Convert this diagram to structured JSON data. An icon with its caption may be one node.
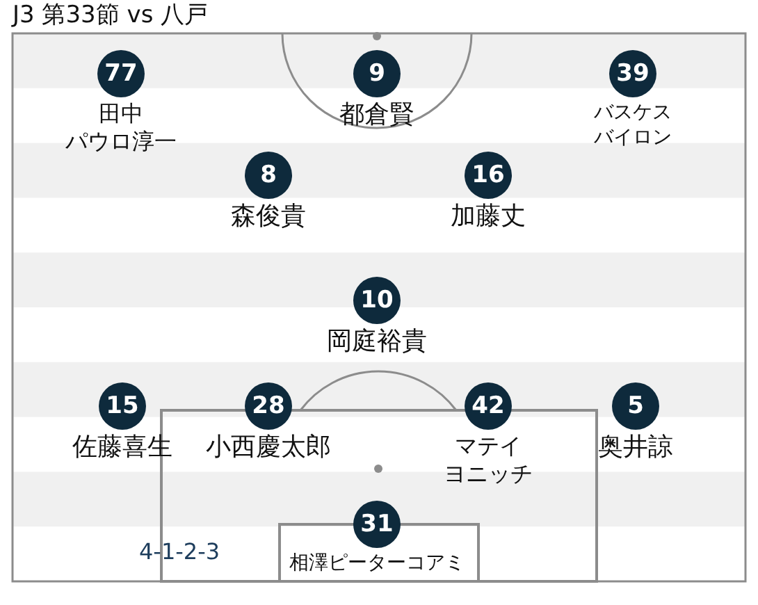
{
  "diagram": {
    "title": "J3 第33節 vs 八戸",
    "nodes": [
      {
        "text": [
          "77",
          "田中パウロ淳一"
        ]
      },
      {
        "text": [
          "9",
          "都倉賢"
        ]
      },
      {
        "text": [
          "39",
          "バスケスバイロン"
        ]
      },
      {
        "text": [
          "8",
          "森俊貴"
        ]
      },
      {
        "text": [
          "16",
          "加藤丈"
        ]
      },
      {
        "text": [
          "10",
          "岡庭裕貴"
        ]
      },
      {
        "text": [
          "15",
          "佐藤喜生"
        ]
      },
      {
        "text": [
          "28",
          "小西慶太郎"
        ]
      },
      {
        "text": [
          "42",
          "マテイヨニッチ"
        ]
      },
      {
        "text": [
          "5",
          "奥井諒"
        ]
      },
      {
        "text": [
          "31",
          "相澤ピーターコアミ"
        ]
      }
    ],
    "labels": [
      "4-1-2-3"
    ]
  }
}
